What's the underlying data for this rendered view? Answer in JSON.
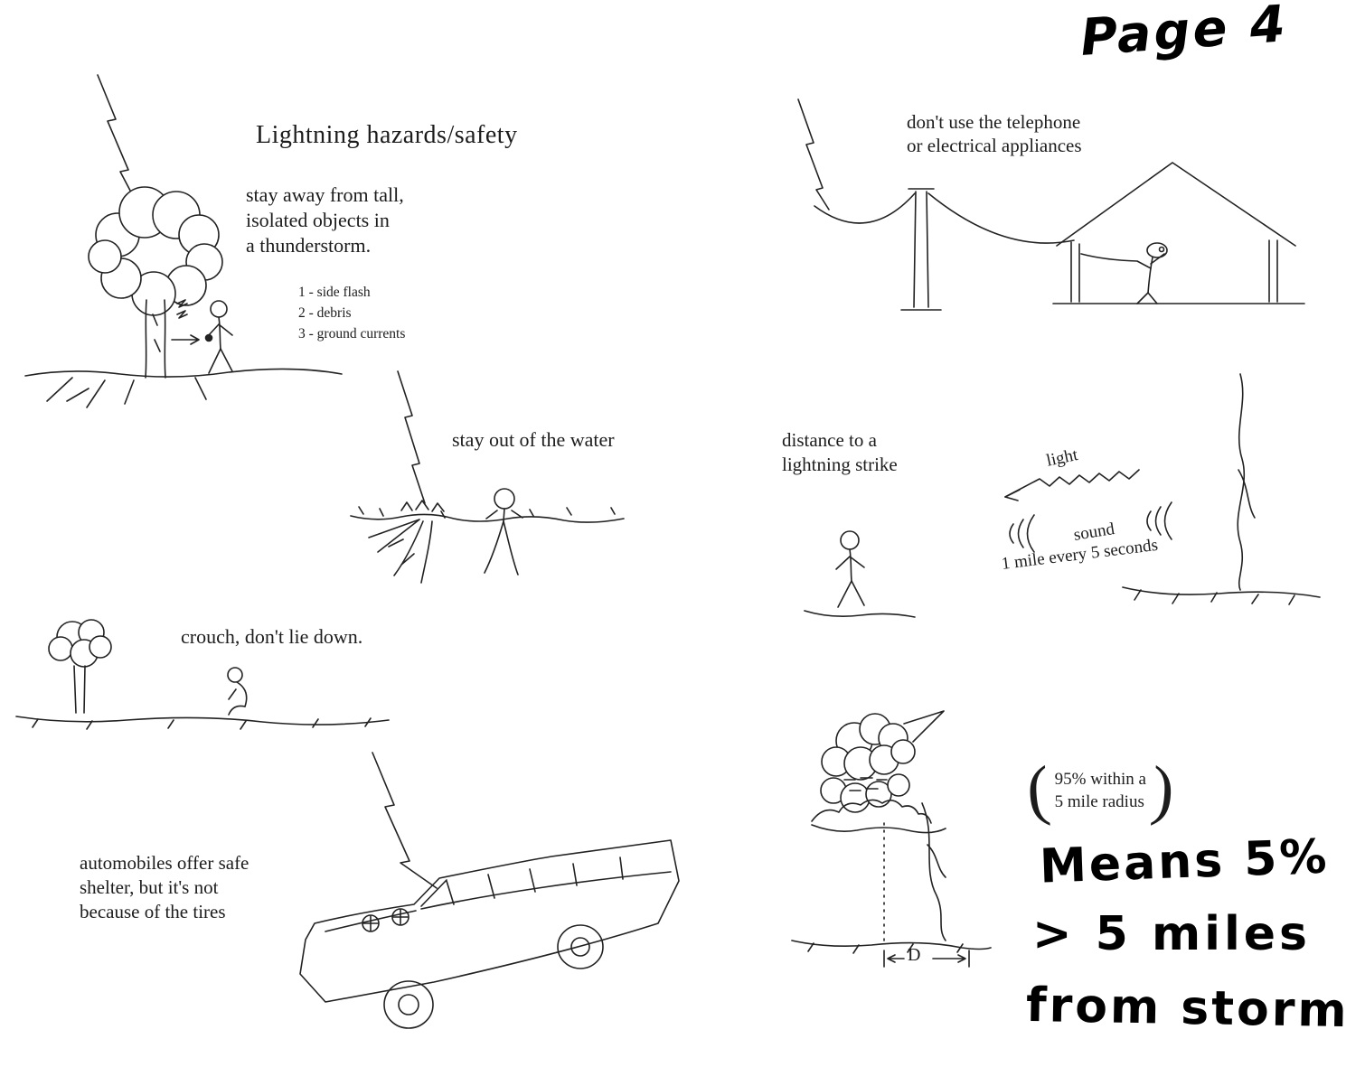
{
  "page": {
    "label": "Page 4",
    "title": "Lightning hazards/safety"
  },
  "tall_objects": {
    "caption": "stay away from tall,\nisolated objects in\na thunderstorm.",
    "hazards": [
      "1 - side flash",
      "2 - debris",
      "3 - ground currents"
    ]
  },
  "telephone": {
    "caption": "don't use the telephone\nor electrical appliances"
  },
  "water": {
    "caption": "stay out of the water"
  },
  "strike_distance": {
    "caption": "distance to a\nlightning strike",
    "light_label": "light",
    "sound_label": "sound",
    "sound_rate": "1 mile every 5 seconds"
  },
  "crouch": {
    "caption": "crouch, don't lie down."
  },
  "automobile": {
    "caption": "automobiles offer safe\nshelter, but it's not\nbecause of the tires"
  },
  "storm_radius": {
    "note": "95% within a\n5 mile radius",
    "distance_label": "D",
    "handwritten": [
      "Means 5%",
      "> 5 miles",
      "from storm"
    ]
  },
  "colors": {
    "ink": "#222222",
    "paper": "#ffffff"
  }
}
